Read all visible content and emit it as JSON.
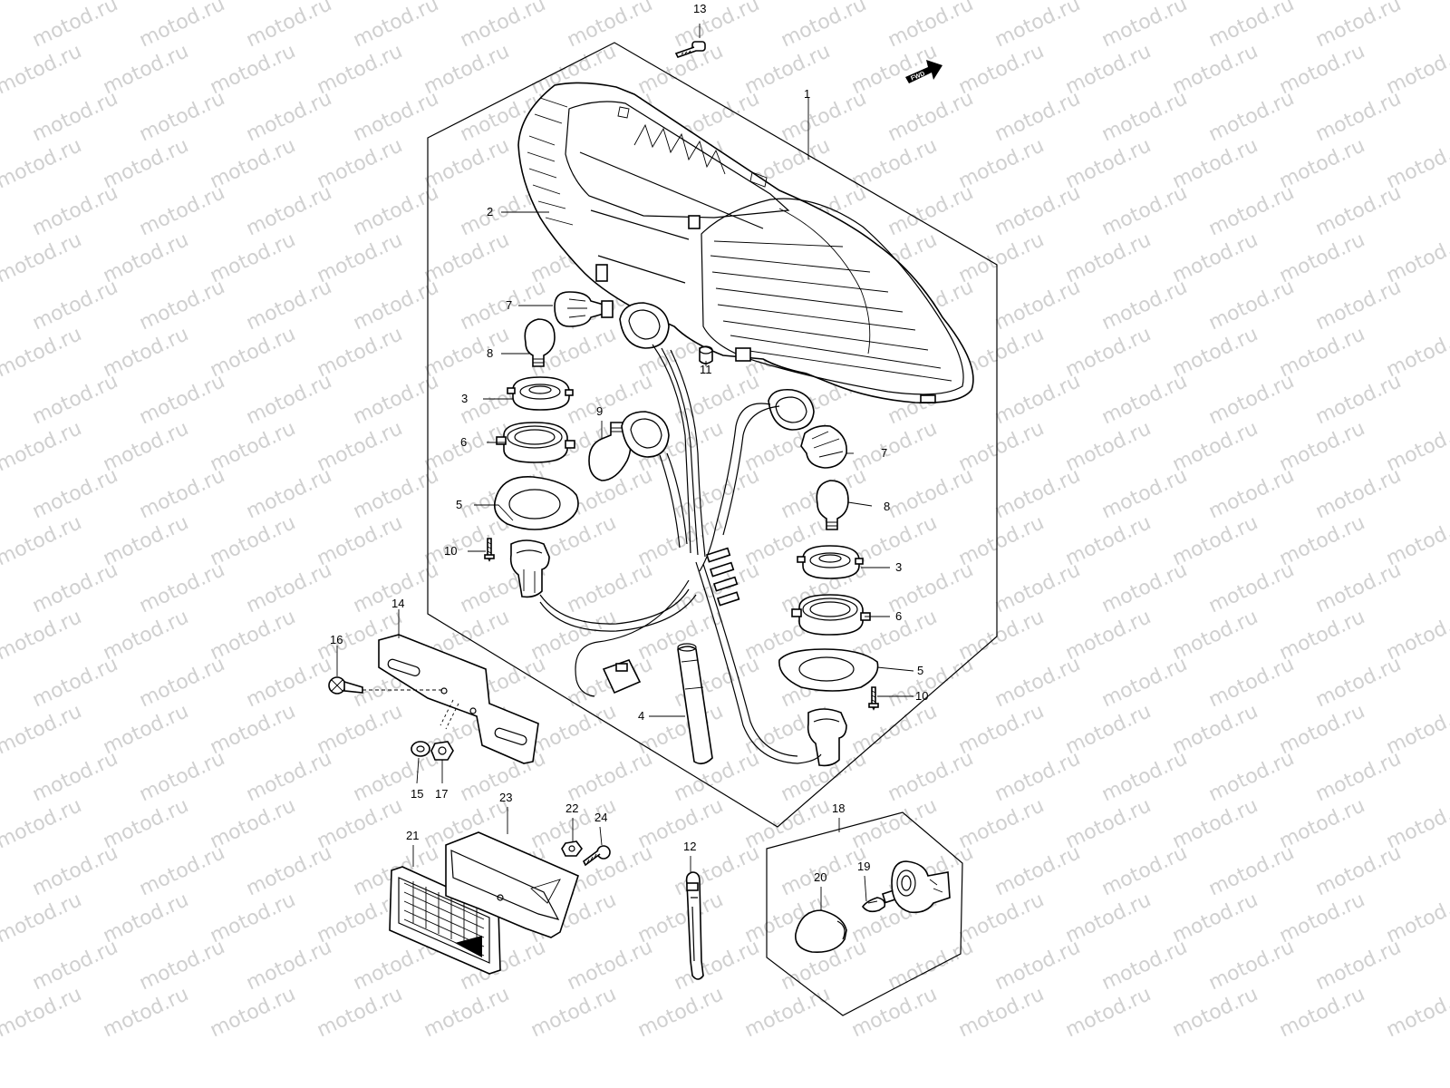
{
  "watermark": {
    "text": "motod.ru"
  },
  "direction_badge": {
    "text": "FWD"
  },
  "parts": [
    {
      "ref": "13"
    },
    {
      "ref": "1"
    },
    {
      "ref": "2"
    },
    {
      "ref": "7"
    },
    {
      "ref": "8"
    },
    {
      "ref": "11"
    },
    {
      "ref": "3"
    },
    {
      "ref": "9"
    },
    {
      "ref": "6"
    },
    {
      "ref": "7"
    },
    {
      "ref": "5"
    },
    {
      "ref": "8"
    },
    {
      "ref": "10"
    },
    {
      "ref": "3"
    },
    {
      "ref": "14"
    },
    {
      "ref": "6"
    },
    {
      "ref": "16"
    },
    {
      "ref": "5"
    },
    {
      "ref": "10"
    },
    {
      "ref": "4"
    },
    {
      "ref": "15"
    },
    {
      "ref": "17"
    },
    {
      "ref": "23"
    },
    {
      "ref": "22"
    },
    {
      "ref": "24"
    },
    {
      "ref": "18"
    },
    {
      "ref": "21"
    },
    {
      "ref": "12"
    },
    {
      "ref": "20"
    },
    {
      "ref": "19"
    }
  ]
}
